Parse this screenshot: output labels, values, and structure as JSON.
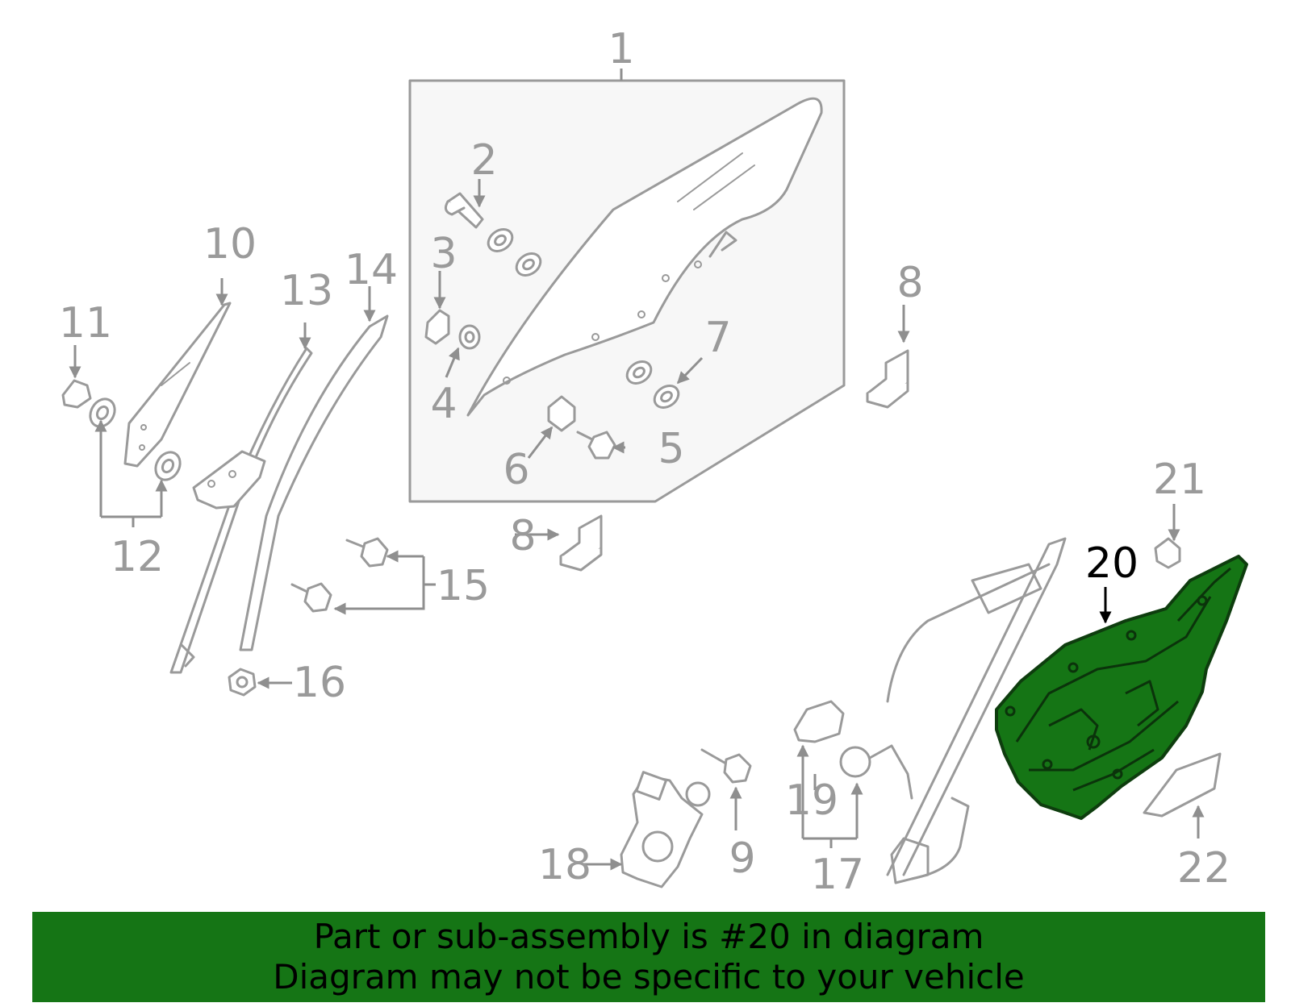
{
  "diagram": {
    "highlighted_part": "20",
    "callouts": [
      "1",
      "2",
      "3",
      "4",
      "5",
      "6",
      "7",
      "8",
      "8",
      "9",
      "10",
      "11",
      "12",
      "13",
      "14",
      "15",
      "16",
      "17",
      "18",
      "19",
      "20",
      "21",
      "22"
    ]
  },
  "banner": {
    "line1": "Part or sub-assembly is #20 in diagram",
    "line2": "Diagram may not be specific to your vehicle"
  },
  "colors": {
    "highlight": "#157515",
    "line_art": "#9a9a9a",
    "background": "#ffffff"
  }
}
